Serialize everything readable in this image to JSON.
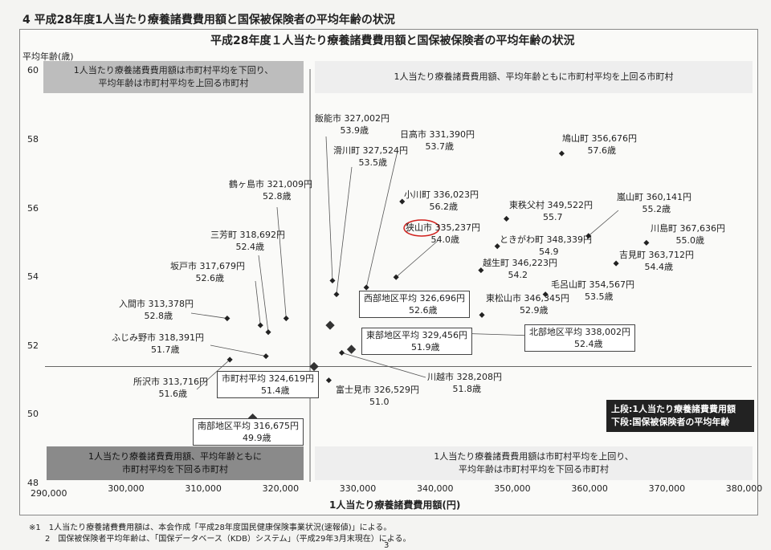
{
  "section_title": "4 平成28年度1人当たり療養諸費費用額と国保被保険者の平均年齢の状況",
  "chart_data": {
    "type": "scatter",
    "title": "平成28年度１人当たり療養諸費費用額と国保被保険者の平均年齢の状況",
    "xlabel": "1人当たり療養諸費費用額(円)",
    "ylabel": "平均年齢(歳)",
    "xlim": [
      290000,
      380000
    ],
    "ylim": [
      48,
      60
    ],
    "x_ticks": [
      "290,000",
      "300,000",
      "310,000",
      "320,000",
      "330,000",
      "340,000",
      "350,000",
      "360,000",
      "370,000",
      "380,000"
    ],
    "y_ticks": [
      "48",
      "50",
      "52",
      "54",
      "56",
      "58",
      "60"
    ],
    "reference": {
      "x": 324619,
      "y": 51.4
    },
    "quadrants": [
      "1人当たり療養諸費費用額は市町村平均を下回り、\n平均年齢は市町村平均を上回る市町村",
      "1人当たり療養諸費費用額、平均年齢ともに市町村平均を上回る市町村",
      "1人当たり療養諸費費用額、平均年齢ともに\n市町村平均を下回る市町村",
      "1人当たり療養諸費費用額は市町村平均を上回り、\n平均年齢は市町村平均を下回る市町村"
    ],
    "points": [
      {
        "name": "飯能市",
        "x": 327002,
        "y": 53.9,
        "text": "飯能市 327,002円\n         53.9歳"
      },
      {
        "name": "滑川町",
        "x": 327524,
        "y": 53.5,
        "text": "滑川町 327,524円\n         53.5歳"
      },
      {
        "name": "日高市",
        "x": 331390,
        "y": 53.7,
        "text": "日高市 331,390円\n         53.7歳"
      },
      {
        "name": "小川町",
        "x": 336023,
        "y": 56.2,
        "text": "小川町 336,023円\n         56.2歳"
      },
      {
        "name": "狭山市",
        "x": 335237,
        "y": 54.0,
        "text": "狭山市 335,237円\n         54.0歳"
      },
      {
        "name": "東秩父村",
        "x": 349522,
        "y": 55.7,
        "text": "東秩父村 349,522円\n            55.7"
      },
      {
        "name": "ときがわ町",
        "x": 348339,
        "y": 54.9,
        "text": "ときがわ町 348,339円\n              54.9"
      },
      {
        "name": "越生町",
        "x": 346223,
        "y": 54.2,
        "text": "越生町 346,223円\n         54.2"
      },
      {
        "name": "毛呂山町",
        "x": 354567,
        "y": 53.5,
        "text": "毛呂山町 354,567円\n            53.5歳"
      },
      {
        "name": "東松山市",
        "x": 346345,
        "y": 52.9,
        "text": "東松山市 346,345円\n            52.9歳"
      },
      {
        "name": "鳩山町",
        "x": 356676,
        "y": 57.6,
        "text": "鳩山町 356,676円\n         57.6歳"
      },
      {
        "name": "嵐山町",
        "x": 360141,
        "y": 55.2,
        "text": "嵐山町 360,141円\n         55.2歳"
      },
      {
        "name": "川島町",
        "x": 367636,
        "y": 55.0,
        "text": "川島町 367,636円\n         55.0歳"
      },
      {
        "name": "吉見町",
        "x": 363712,
        "y": 54.4,
        "text": "吉見町 363,712円\n         54.4歳"
      },
      {
        "name": "鶴ヶ島市",
        "x": 321009,
        "y": 52.8,
        "text": "鶴ヶ島市 321,009円\n            52.8歳"
      },
      {
        "name": "三芳町",
        "x": 318692,
        "y": 52.4,
        "text": "三芳町 318,692円\n         52.4歳"
      },
      {
        "name": "坂戸市",
        "x": 317679,
        "y": 52.6,
        "text": "坂戸市 317,679円\n         52.6歳"
      },
      {
        "name": "入間市",
        "x": 313378,
        "y": 52.8,
        "text": "入間市 313,378円\n         52.8歳"
      },
      {
        "name": "ふじみ野市",
        "x": 318391,
        "y": 51.7,
        "text": "ふじみ野市 318,391円\n              51.7歳"
      },
      {
        "name": "所沢市",
        "x": 313716,
        "y": 51.6,
        "text": "所沢市 313,716円\n         51.6歳"
      },
      {
        "name": "富士見市",
        "x": 326529,
        "y": 51.0,
        "text": "富士見市 326,529円\n            51.0"
      },
      {
        "name": "川越市",
        "x": 328208,
        "y": 51.8,
        "text": "川越市 328,208円\n         51.8歳"
      }
    ],
    "averages": [
      {
        "name": "市町村平均",
        "x": 324619,
        "y": 51.4,
        "text": "市町村平均 324,619円\n              51.4歳"
      },
      {
        "name": "西部地区平均",
        "x": 326696,
        "y": 52.6,
        "text": "西部地区平均 326,696円\n                52.6歳"
      },
      {
        "name": "東部地区平均",
        "x": 329456,
        "y": 51.9,
        "text": "東部地区平均 329,456円\n                51.9歳"
      },
      {
        "name": "北部地区平均",
        "x": 338002,
        "y": 52.4,
        "text": "北部地区平均 338,002円\n                52.4歳"
      },
      {
        "name": "南部地区平均",
        "x": 316675,
        "y": 49.9,
        "text": "南部地区平均 316,675円\n                49.9歳"
      }
    ],
    "legend": [
      "上段:1人当たり療養諸費費用額",
      "下段:国保被保険者の平均年齢"
    ],
    "highlight_color": "#d0201c"
  },
  "notes": [
    "※1　1人当たり療養諸費費用額は、本会作成「平成28年度国民健康保険事業状況(速報値)」による。",
    "2　国保被保険者平均年齢は、「国保データベース（KDB）システム」（平成29年3月末現在）による。"
  ],
  "page_number": "3"
}
